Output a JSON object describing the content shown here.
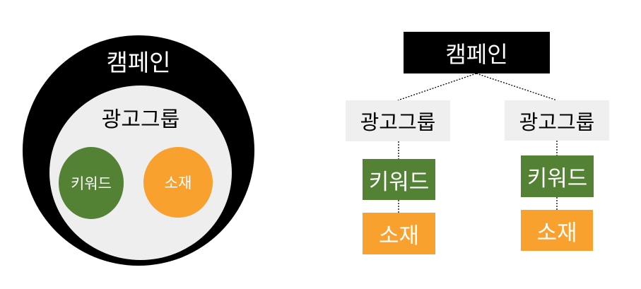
{
  "colors": {
    "outer": "#000000",
    "inner": "#eeeeee",
    "group_box": "#efefef",
    "keyword": "#548235",
    "ad": "#f9a12f"
  },
  "left_diagram": {
    "campaign": "캠페인",
    "ad_group": "광고그룹",
    "keyword": "키워드",
    "ad": "소재"
  },
  "right_diagram": {
    "campaign": "캠페인",
    "branches": [
      {
        "ad_group": "광고그룹",
        "keyword": "키워드",
        "ad": "소재"
      },
      {
        "ad_group": "광고그룹",
        "keyword": "키워드",
        "ad": "소재"
      }
    ]
  }
}
